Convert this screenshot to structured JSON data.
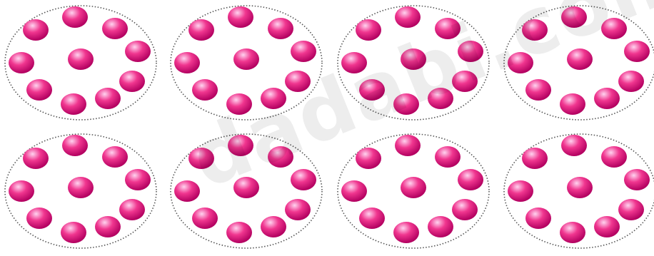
{
  "watermark": "dadabi.com",
  "groups": [
    {
      "ball_count": 10
    },
    {
      "ball_count": 10
    },
    {
      "ball_count": 10
    },
    {
      "ball_count": 10
    },
    {
      "ball_count": 10
    },
    {
      "ball_count": 10
    },
    {
      "ball_count": 10
    },
    {
      "ball_count": 10
    }
  ],
  "colors": {
    "ball_light": "#ffd3ef",
    "ball_mid": "#f0368f",
    "ball_dark": "#b20060",
    "outline": "#555555"
  }
}
